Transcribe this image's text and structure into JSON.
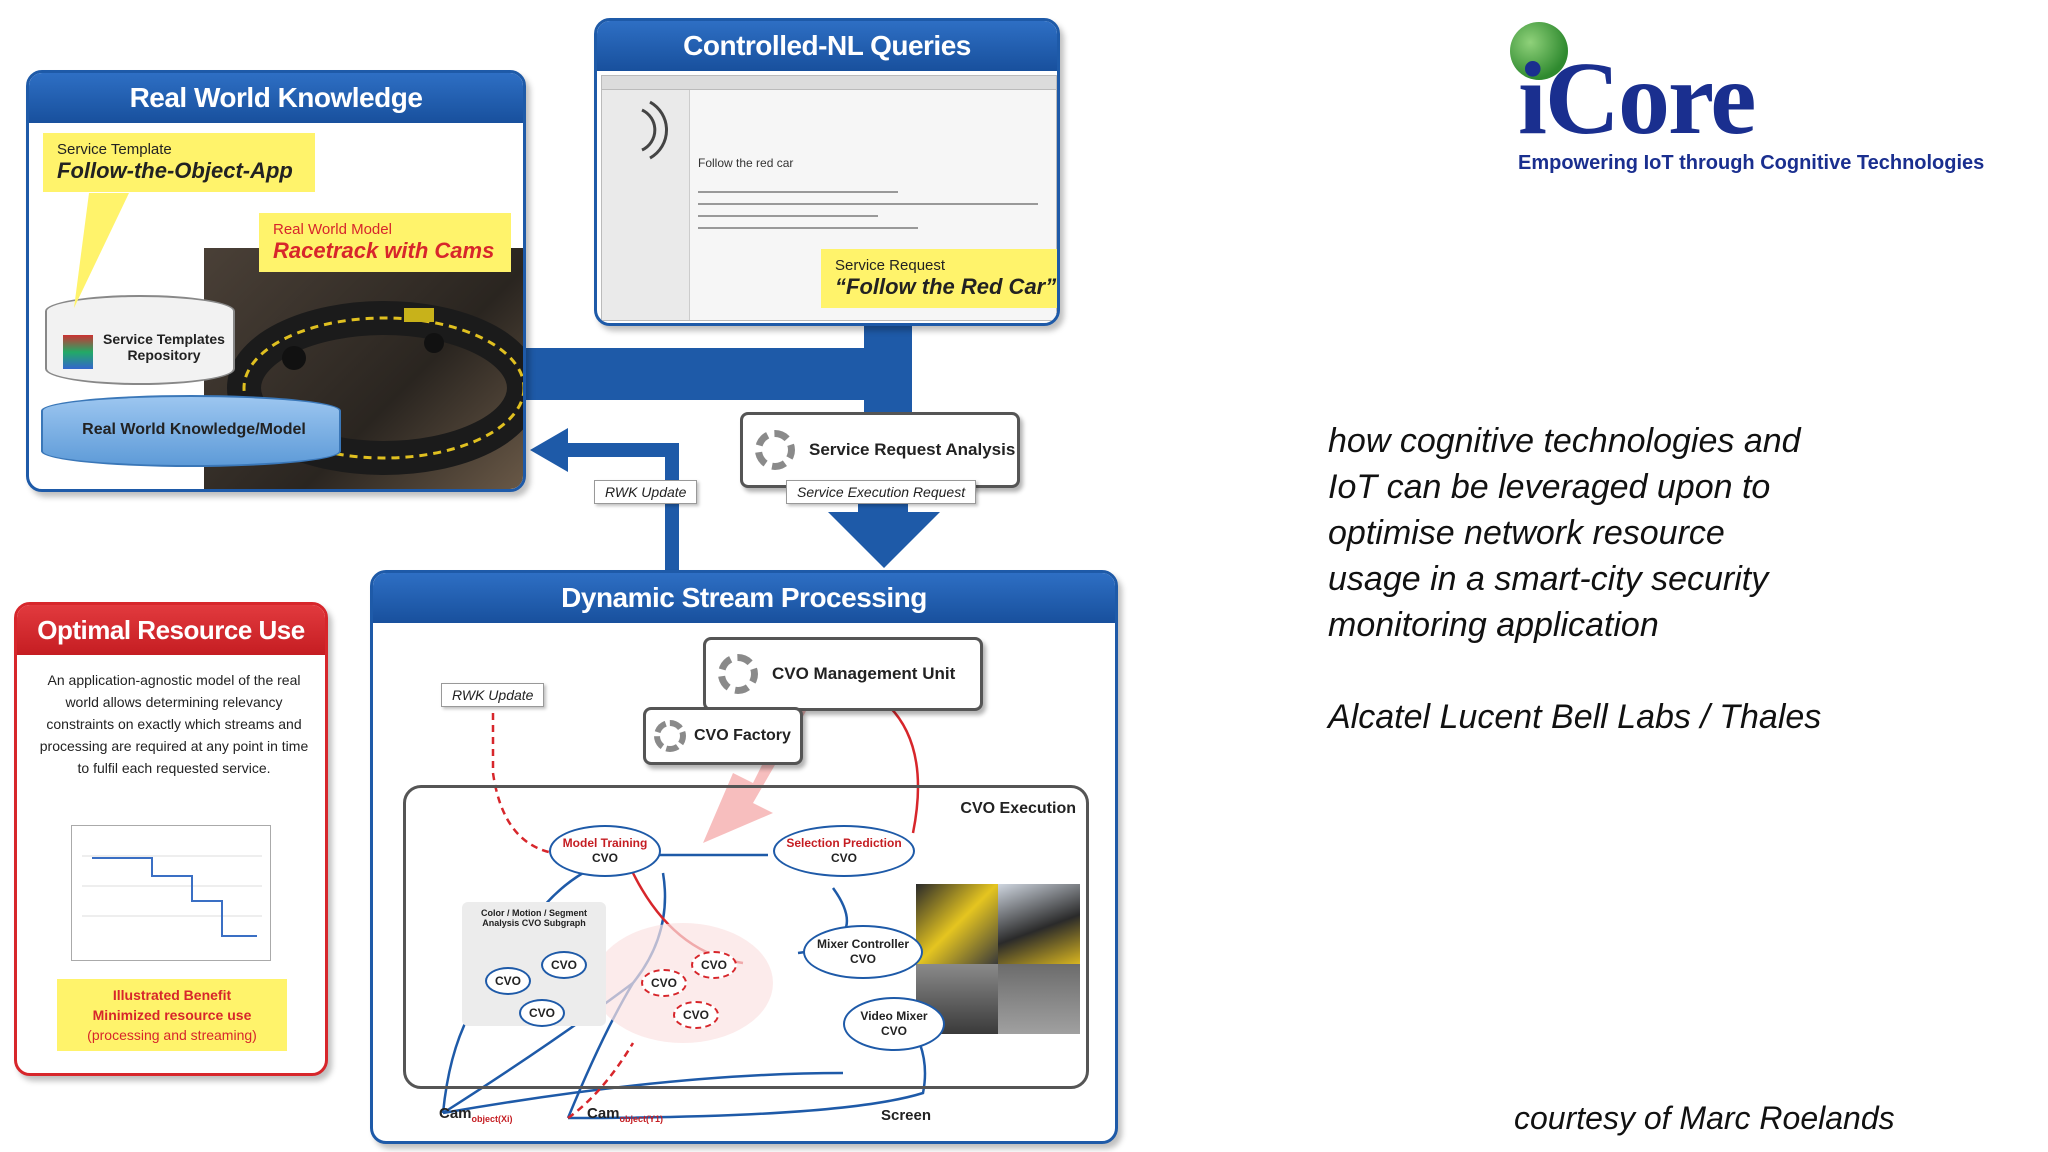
{
  "logo": {
    "wordmark": "iCore",
    "tagline": "Empowering IoT through Cognitive Technologies",
    "colors": {
      "blue": "#1a2f8f",
      "red": "#d7262b",
      "globe": "#3c9a3c"
    }
  },
  "description": {
    "line1": "how cognitive technologies and",
    "line2": "IoT can be leveraged upon to",
    "line3": "optimise network resource",
    "line4": "usage in a smart-city security",
    "line5": "monitoring application",
    "credit": "Alcatel Lucent Bell Labs / Thales",
    "courtesy": "courtesy of Marc Roelands"
  },
  "diagram": {
    "rwk": {
      "title": "Real World Knowledge",
      "callout_template_small": "Service Template",
      "callout_template_big": "Follow-the-Object-App",
      "callout_model_small": "Real World Model",
      "callout_model_big": "Racetrack with Cams",
      "repo_label": "Service Templates Repository",
      "model_label": "Real World Knowledge/Model"
    },
    "queries": {
      "title": "Controlled-NL Queries",
      "editor_text": "Follow the red car",
      "callout_small": "Service Request",
      "callout_big": "“Follow the Red Car”"
    },
    "sra": {
      "label": "Service Request Analysis",
      "sub_tag": "Service Execution Request",
      "rwk_update": "RWK Update"
    },
    "dsp": {
      "title": "Dynamic Stream Processing",
      "cvo_mgmt": "CVO Management Unit",
      "cvo_factory": "CVO Factory",
      "rwk_update": "RWK Update",
      "execution": "CVO Execution",
      "model_training": "Model Training",
      "selection_prediction": "Selection Prediction",
      "mixer_controller": "Mixer Controller",
      "video_mixer": "Video Mixer",
      "cvo": "CVO",
      "subgraph": "Color / Motion / Segment Analysis CVO Subgraph",
      "cam1": "Cam",
      "cam1_sub": "object(Xi)",
      "cam2": "Cam",
      "cam2_sub": "object(Y1)",
      "screen": "Screen"
    },
    "optimal": {
      "title": "Optimal Resource Use",
      "body": "An application-agnostic model of the real world allows determining relevancy constraints on exactly which streams and processing are required at any point in time to fulfil each requested service.",
      "benefit1": "Illustrated Benefit",
      "benefit2": "Minimized resource use",
      "benefit3": "(processing and streaming)"
    },
    "colors": {
      "panel_blue": "#1e5aa8",
      "panel_red": "#d7262b",
      "callout": "#fff36b",
      "arrow_red": "#d7262b"
    }
  }
}
